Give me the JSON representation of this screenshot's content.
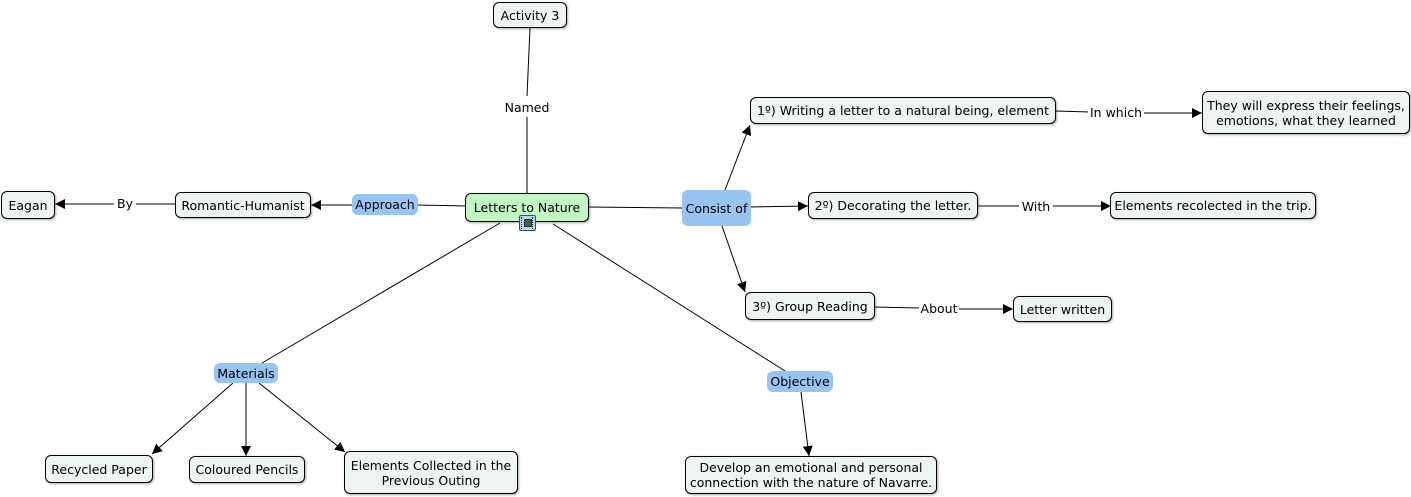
{
  "nodes": {
    "activity": "Activity 3",
    "center": "Letters to Nature",
    "romantic": "Romantic-Humanist",
    "eagan": "Eagan",
    "step1": "1º) Writing a letter to a natural being, element",
    "feelings_l1": "They will express their feelings,",
    "feelings_l2": "emotions, what they learned",
    "step2": "2º) Decorating the letter.",
    "elements_trip": "Elements recolected in the trip.",
    "step3": "3º) Group Reading",
    "letter_written": "Letter written",
    "recycled": "Recycled Paper",
    "pencils": "Coloured Pencils",
    "collected_l1": "Elements Collected in the",
    "collected_l2": "Previous Outing",
    "develop_l1": "Develop an emotional and personal",
    "develop_l2": "connection with the nature of Navarre."
  },
  "links": {
    "named": "Named",
    "approach": "Approach",
    "by": "By",
    "consist_of": "Consist of",
    "in_which": "In which",
    "with": "With",
    "about": "About",
    "materials": "Materials",
    "objective": "Objective"
  },
  "icons": {
    "center_resource": "film-icon"
  },
  "colors": {
    "concept_fill": "#eef3f4",
    "main_concept_fill": "#c4f5c4",
    "link_bubble_fill": "#98c4f2"
  }
}
